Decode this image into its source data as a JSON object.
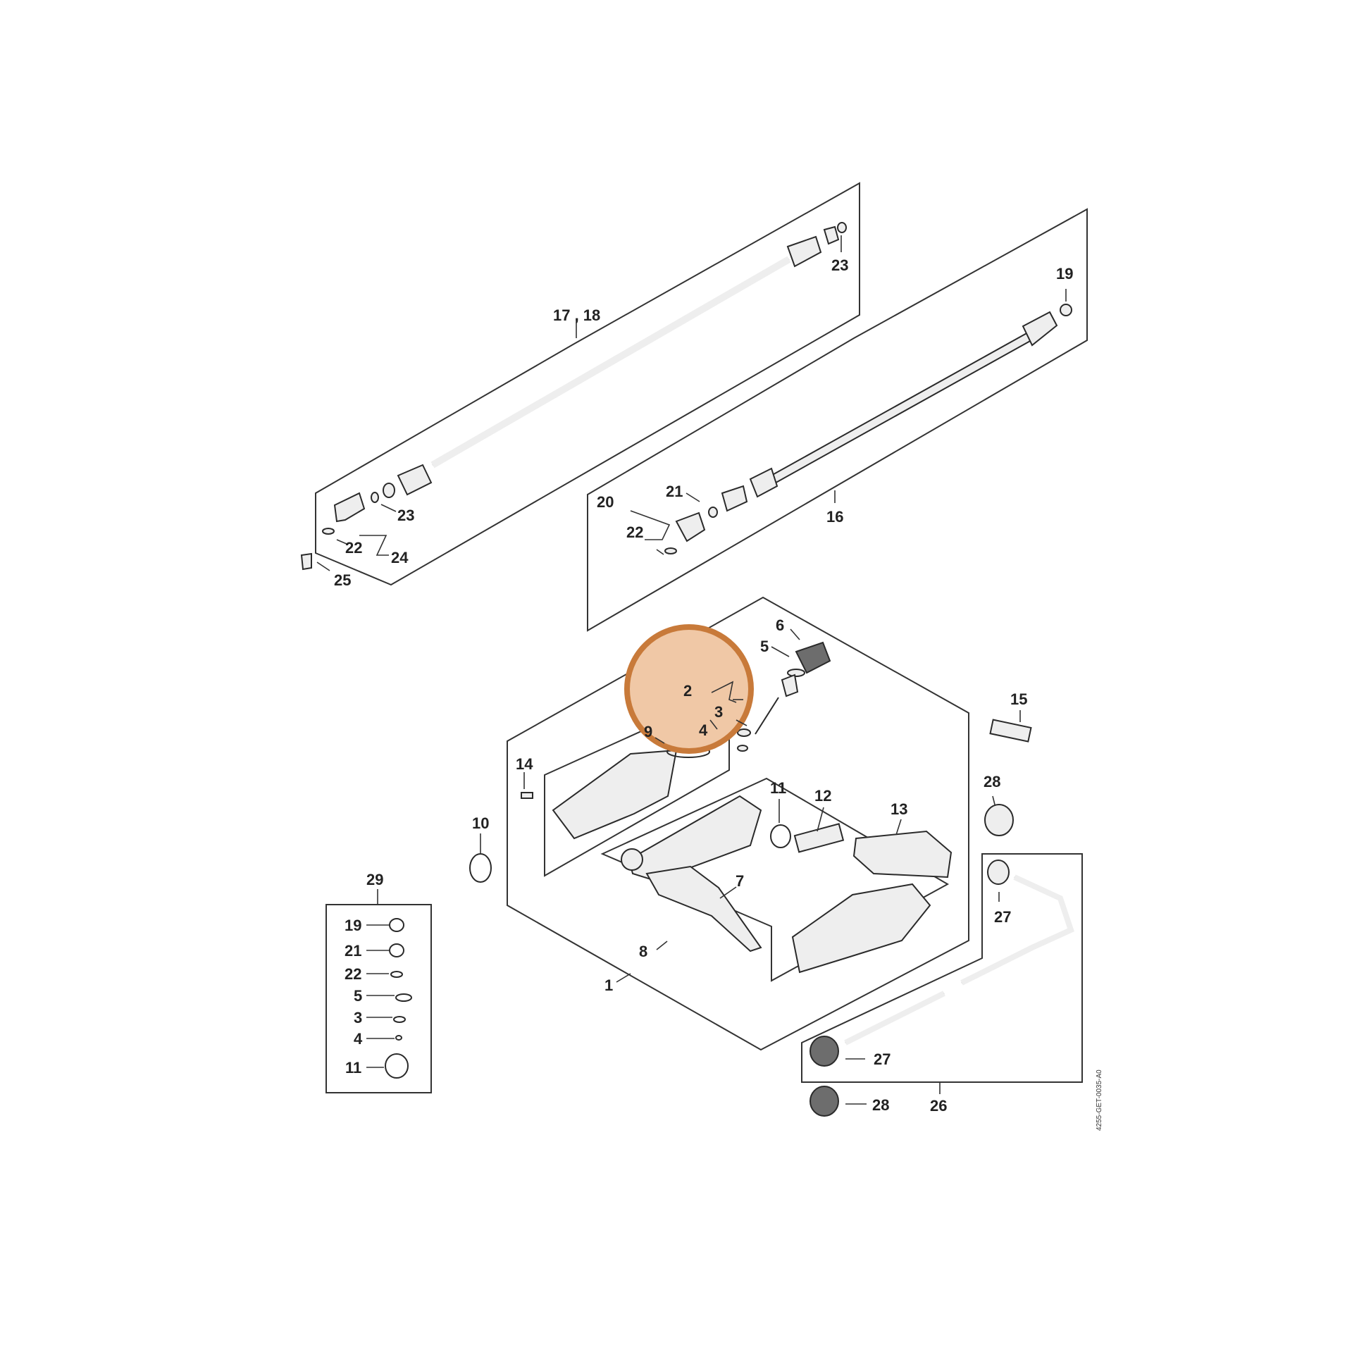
{
  "colors": {
    "line": "#333333",
    "highlight_fill": "#f0c8a6",
    "highlight_stroke": "#c87a3a",
    "part_fill": "#eeeeee",
    "part_dark": "#6d6d6d"
  },
  "highlight": {
    "callouts": [
      "2",
      "3",
      "4"
    ]
  },
  "document_code": "4255-GET-0035-A0",
  "callouts": {
    "c17_18": "17 , 18",
    "c23a": "23",
    "c23b": "23",
    "c22a": "22",
    "c24": "24",
    "c25": "25",
    "c19": "19",
    "c21": "21",
    "c20": "20",
    "c22b": "22",
    "c16": "16",
    "c6": "6",
    "c5": "5",
    "c2": "2",
    "c3": "3",
    "c4": "4",
    "c9": "9",
    "c15": "15",
    "c14": "14",
    "c11": "11",
    "c12": "12",
    "c13": "13",
    "c28a": "28",
    "c10": "10",
    "c27a": "27",
    "c7": "7",
    "c8": "8",
    "c1": "1",
    "c27b": "27",
    "c26": "26",
    "c28b": "28",
    "c29": "29"
  },
  "kit_list": [
    "19",
    "21",
    "22",
    "5",
    "3",
    "4",
    "11"
  ]
}
